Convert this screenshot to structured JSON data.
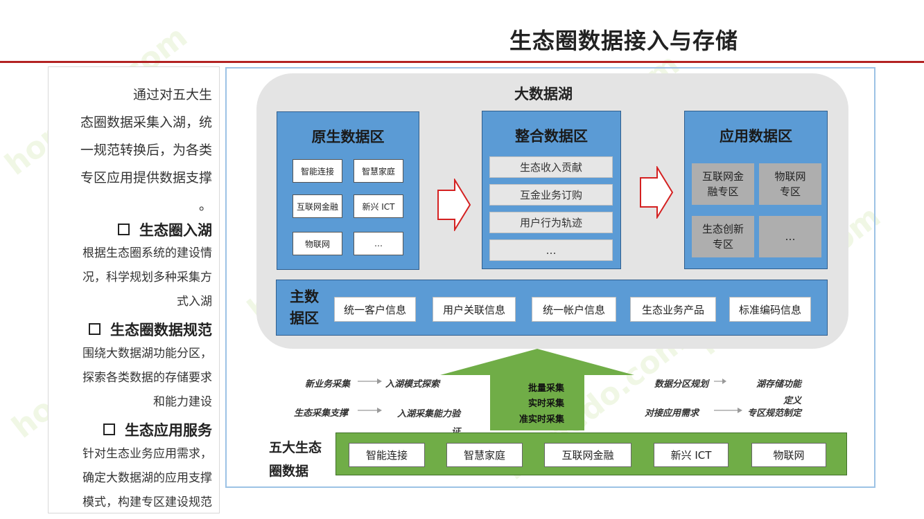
{
  "page": {
    "title": "生态圈数据接入与存储"
  },
  "left_panel": {
    "intro": [
      "通过对五大生",
      "态圈数据采集入湖，统",
      "一规范转换后，为各类",
      "专区应用提供数据支撑",
      "。"
    ],
    "sections": [
      {
        "heading": "生态圈入湖",
        "lines": [
          "根据生态圈系统的建设情",
          "况，科学规划多种采集方",
          "式入湖"
        ]
      },
      {
        "heading": "生态圈数据规范",
        "lines": [
          "围绕大数据湖功能分区，",
          "探索各类数据的存储要求",
          "和能力建设"
        ]
      },
      {
        "heading": "生态应用服务",
        "lines": [
          "针对生态业务应用需求，",
          "确定大数据湖的应用支撑",
          "模式，构建专区建设规范"
        ]
      }
    ]
  },
  "diagram": {
    "lake_title": "大数据湖",
    "raw_zone": {
      "title": "原生数据区",
      "items": [
        "智能连接",
        "智慧家庭",
        "互联网金融",
        "新兴 ICT",
        "物联网",
        "…"
      ]
    },
    "integrated_zone": {
      "title": "整合数据区",
      "items": [
        "生态收入贡献",
        "互金业务订购",
        "用户行为轨迹",
        "…"
      ]
    },
    "app_zone": {
      "title": "应用数据区",
      "items": [
        "互联网金\n融专区",
        "物联网\n专区",
        "生态创新\n专区",
        "…"
      ]
    },
    "master_zone": {
      "title": "主数\n据区",
      "items": [
        "统一客户信息",
        "用户关联信息",
        "统一帐户信息",
        "生态业务产品",
        "标准编码信息"
      ]
    },
    "ingest": {
      "left_labels": [
        "新业务采集",
        "入湖模式探索",
        "生态采集支撑",
        "入湖采集能力验\n证"
      ],
      "center_labels": [
        "批量采集",
        "实时采集",
        "准实时采集"
      ],
      "right_labels": [
        "数据分区规划",
        "湖存储功能\n定义",
        "对接应用需求",
        "专区规范制定"
      ]
    },
    "sources": {
      "title": "五大生态\n圈数据",
      "items": [
        "智能连接",
        "智慧家庭",
        "互联网金融",
        "新兴 ICT",
        "物联网"
      ]
    },
    "colors": {
      "zone_blue": "#5b9bd5",
      "lake_gray": "#e4e4e4",
      "arrow_green": "#70ad47",
      "source_green": "#70ad47",
      "title_rule": "#b32222",
      "red_arrow": "#d42020"
    }
  }
}
